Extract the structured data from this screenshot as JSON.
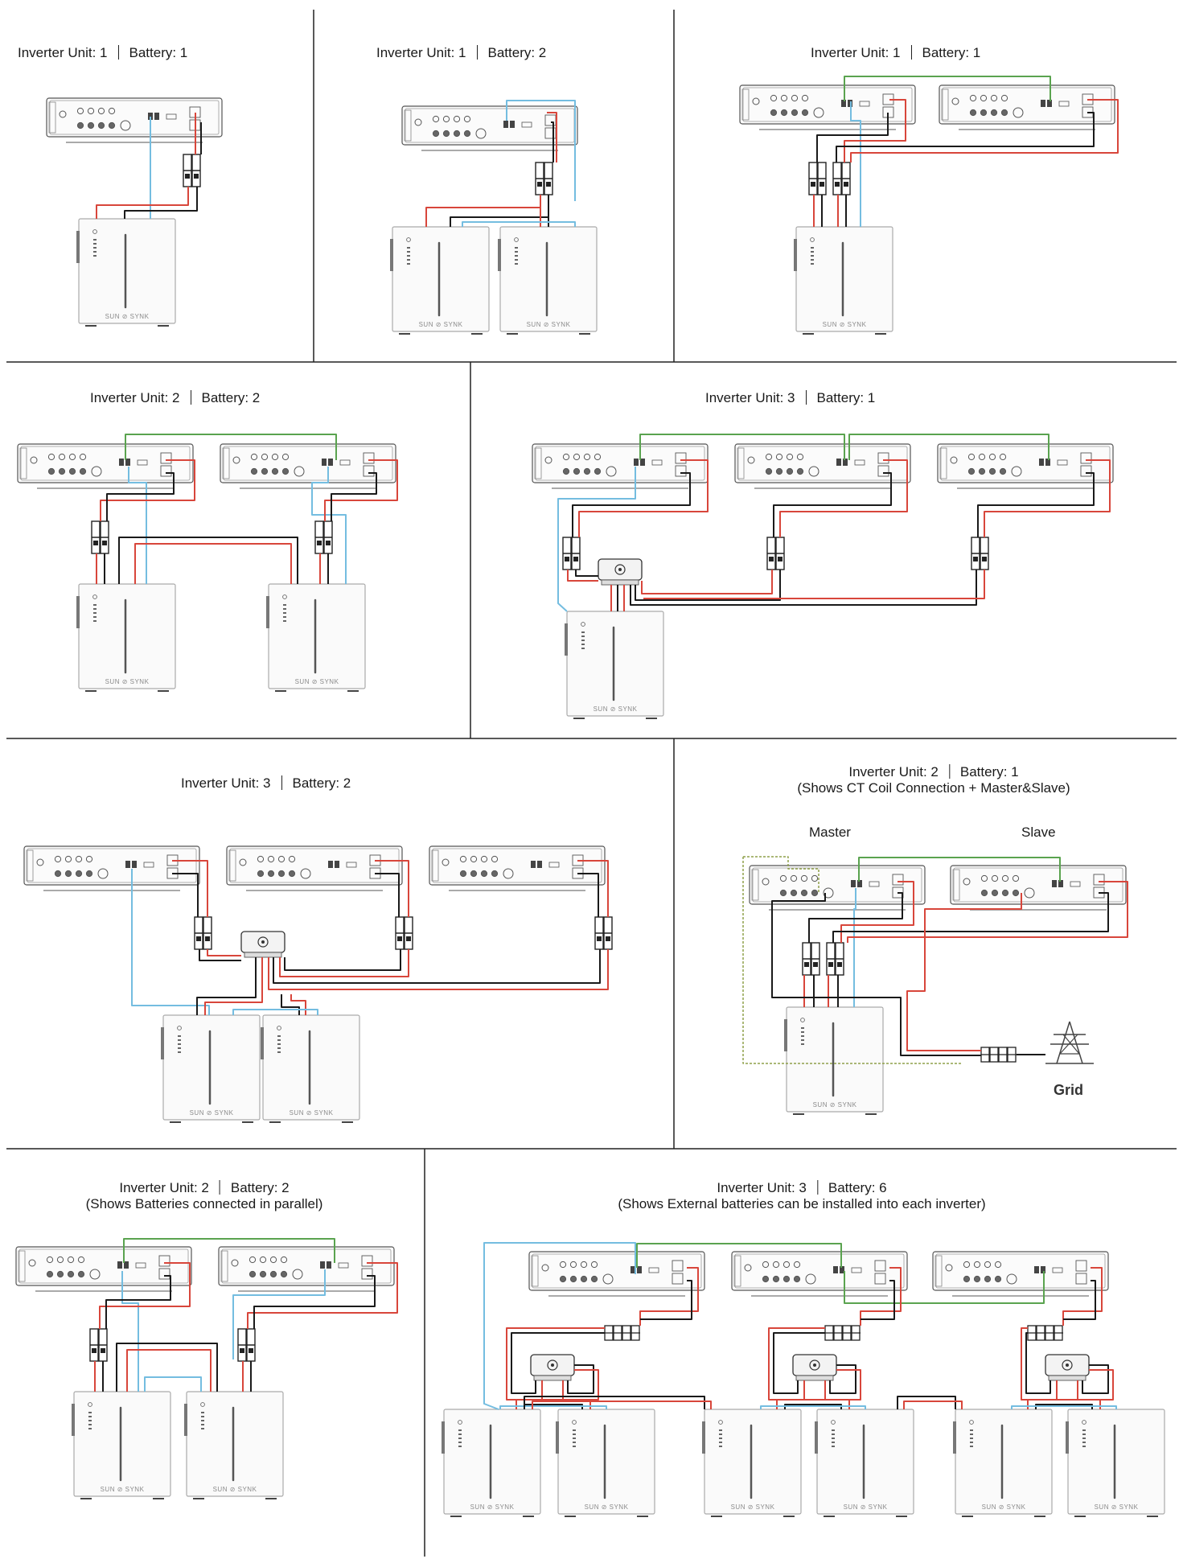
{
  "brand": {
    "left": "SUN",
    "right": "SYNK",
    "mark": "®"
  },
  "panels": [
    {
      "id": "p1",
      "inverter_label": "Inverter Unit: 1",
      "battery_label": "Battery: 1",
      "note": ""
    },
    {
      "id": "p2",
      "inverter_label": "Inverter Unit: 1",
      "battery_label": "Battery: 2",
      "note": ""
    },
    {
      "id": "p3",
      "inverter_label": "Inverter Unit: 1",
      "battery_label": "Battery: 1",
      "note": ""
    },
    {
      "id": "p4",
      "inverter_label": "Inverter Unit: 2",
      "battery_label": "Battery: 2",
      "note": ""
    },
    {
      "id": "p5",
      "inverter_label": "Inverter Unit: 3",
      "battery_label": "Battery: 1",
      "note": ""
    },
    {
      "id": "p6",
      "inverter_label": "Inverter Unit: 3",
      "battery_label": "Battery: 2",
      "note": ""
    },
    {
      "id": "p7",
      "inverter_label": "Inverter Unit: 2",
      "battery_label": "Battery: 1",
      "note": "(Shows CT Coil Connection + Master&Slave)"
    },
    {
      "id": "p8",
      "inverter_label": "Inverter Unit: 2",
      "battery_label": "Battery: 2",
      "note": "(Shows Batteries connected in parallel)"
    },
    {
      "id": "p9",
      "inverter_label": "Inverter Unit: 3",
      "battery_label": "Battery: 6",
      "note": "(Shows External batteries can be installed into each inverter)"
    }
  ],
  "labels": {
    "master": "Master",
    "slave": "Slave",
    "grid": "Grid"
  },
  "icons": {
    "grid": "transmission-tower-icon",
    "breaker": "dc-breaker-icon",
    "busbar": "busbar-junction-icon"
  },
  "colors": {
    "dc_positive": "#d8463b",
    "dc_negative": "#1a1a1a",
    "comm": "#74bde0",
    "parallel": "#5aa34f",
    "ct": "#8fa04a",
    "divider": "#222222"
  }
}
